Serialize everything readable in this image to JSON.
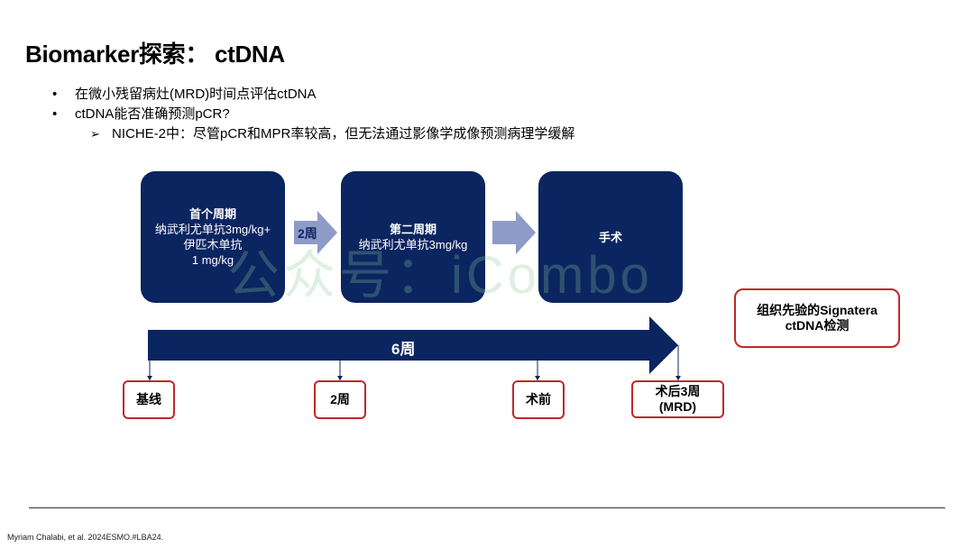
{
  "slide": {
    "title": "Biomarker探索： ctDNA",
    "bullets": [
      "在微小残留病灶(MRD)时间点评估ctDNA",
      "ctDNA能否准确预测pCR?"
    ],
    "sub_bullet": "NICHE-2中：尽管pCR和MPR率较高，但无法通过影像学成像预测病理学缓解",
    "bullet_symbol": "•",
    "sub_bullet_symbol": "➢"
  },
  "flow": {
    "step1": {
      "heading": "首个周期",
      "lines": [
        "纳武利尤单抗3mg/kg+",
        "伊匹木单抗",
        "1 mg/kg"
      ]
    },
    "arrow1_label": "2周",
    "step2": {
      "heading": "第二周期",
      "lines": [
        "纳武利尤单抗3mg/kg"
      ]
    },
    "step3": {
      "heading": "手术"
    },
    "timeline_label": "6周",
    "box_color": "#0b2561",
    "arrow_color": "#8d9bc7"
  },
  "timepoints": [
    {
      "label": "基线"
    },
    {
      "label": "2周"
    },
    {
      "label": "术前"
    },
    {
      "label": "术后3周",
      "sub": "(MRD)"
    }
  ],
  "assay_note": {
    "line1": "组织先验的Signatera",
    "line2": "ctDNA检测"
  },
  "watermark": "公众号：iCombo",
  "citation": "Myriam Chalabi, et al. 2024ESMO.#LBA24.",
  "accent_color": "#c0282b"
}
